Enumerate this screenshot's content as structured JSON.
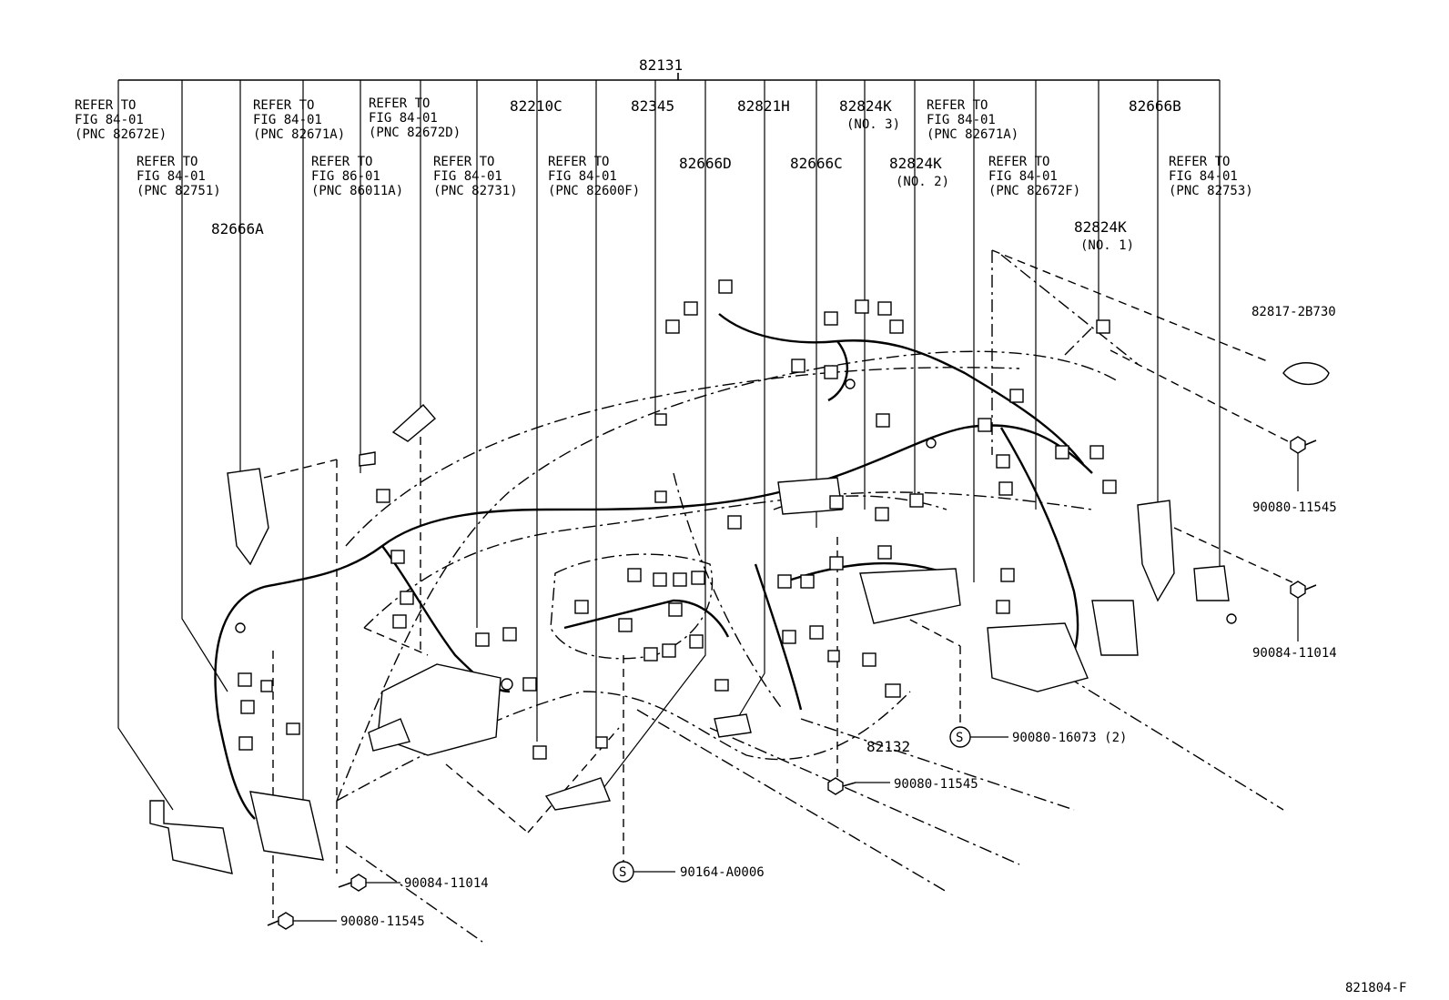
{
  "labels": {
    "top_part": "82131",
    "refer_82672E": [
      "REFER TO",
      "FIG 84-01",
      "(PNC 82672E)"
    ],
    "refer_82751": [
      "REFER TO",
      "FIG 84-01",
      "(PNC 82751)"
    ],
    "refer_82671A_left": [
      "REFER TO",
      "FIG 84-01",
      "(PNC 82671A)"
    ],
    "refer_86011A": [
      "REFER TO",
      "FIG 86-01",
      "(PNC 86011A)"
    ],
    "refer_82672D": [
      "REFER TO",
      "FIG 84-01",
      "(PNC 82672D)"
    ],
    "refer_82731": [
      "REFER TO",
      "FIG 84-01",
      "(PNC 82731)"
    ],
    "refer_82600F": [
      "REFER TO",
      "FIG 84-01",
      "(PNC 82600F)"
    ],
    "refer_82671A_right": [
      "REFER TO",
      "FIG 84-01",
      "(PNC 82671A)"
    ],
    "refer_82672F": [
      "REFER TO",
      "FIG 84-01",
      "(PNC 82672F)"
    ],
    "refer_82753": [
      "REFER TO",
      "FIG 84-01",
      "(PNC 82753)"
    ],
    "p82666A": "82666A",
    "p82210C": "82210C",
    "p82345": "82345",
    "p82666D": "82666D",
    "p82821H": "82821H",
    "p82666C": "82666C",
    "p82824K_no3": [
      "82824K",
      "(NO. 3)"
    ],
    "p82824K_no2": [
      "82824K",
      "(NO. 2)"
    ],
    "p82824K_no1": [
      "82824K",
      "(NO. 1)"
    ],
    "p82666B": "82666B",
    "p82817": "82817-2B730",
    "p90080_11545_r": "90080-11545",
    "p90084_11014_r": "90084-11014",
    "p90080_16073": "90080-16073 (2)",
    "p82132": "82132",
    "p90080_11545_c": "90080-11545",
    "p90164": "90164-A0006",
    "p90084_11014_l": "90084-11014",
    "p90080_11545_l": "90080-11545",
    "s_marker": "S",
    "figure_id": "821804-F"
  }
}
